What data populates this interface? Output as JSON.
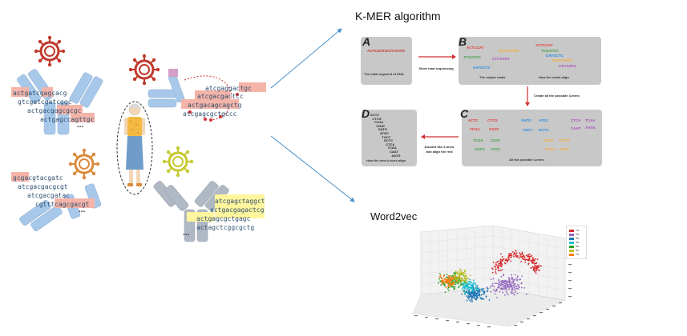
{
  "titles": {
    "kmer": "K-MER algorithm",
    "word2vec": "Word2vec"
  },
  "left": {
    "group1": [
      "actgatcgagcacg",
      "gtcgatcgatcggc",
      "actgacgagcgcgc",
      "actgagccagttgc"
    ],
    "group2": [
      "atcgaggactgc",
      "atcgacgactcc",
      "actgacagcagctg",
      "atcgagcgctgccc"
    ],
    "group3": [
      "gcgacgtacgatc",
      "atcgacgacgcgt",
      "atcgacgatac",
      "cgtttcagcgacgt"
    ],
    "group4": [
      "atcgagctaggct",
      "actgacgagactcg",
      "actgagcgctgagc",
      "actagctcggcgctg"
    ],
    "ellipsis": "..."
  },
  "kmer": {
    "A": {
      "label": "A",
      "seq": "ACTCGATGCTCAATG",
      "caption": "The intial segment of DNA"
    },
    "arrowAB": "Short read sequencing",
    "B": {
      "label": "B",
      "reads": [
        {
          "text": "ACTCGAT",
          "color": "#e53935"
        },
        {
          "text": "GCTCAATG",
          "color": "#f9a825"
        },
        {
          "text": "TCGATGC",
          "color": "#43a047"
        },
        {
          "text": "CTCAATG",
          "color": "#ab47bc"
        },
        {
          "text": "GATGCTC",
          "color": "#1e88e5"
        }
      ],
      "aligned": [
        {
          "text": "ACTCGAT",
          "color": "#e53935"
        },
        {
          "text": "TCGATGC",
          "color": "#43a047"
        },
        {
          "text": "GATGCTC",
          "color": "#1e88e5"
        },
        {
          "text": "GCTCAATG",
          "color": "#f9a825"
        },
        {
          "text": "CTCAATG",
          "color": "#ab47bc"
        }
      ],
      "caption_left": "The output reads",
      "caption_right": "How the reads align"
    },
    "arrowBC": "Create all the possible 4-mers",
    "C": {
      "label": "C",
      "mers": [
        {
          "text": "ACTC",
          "color": "#e53935"
        },
        {
          "text": "CTCG",
          "color": "#e53935"
        },
        {
          "text": "TCGA",
          "color": "#e53935"
        },
        {
          "text": "CGAT",
          "color": "#e53935"
        },
        {
          "text": "GATG",
          "color": "#1e88e5"
        },
        {
          "text": "ATGC",
          "color": "#1e88e5"
        },
        {
          "text": "TGCT",
          "color": "#1e88e5"
        },
        {
          "text": "GCTC",
          "color": "#1e88e5"
        },
        {
          "text": "CTCA",
          "color": "#ab47bc"
        },
        {
          "text": "TCAA",
          "color": "#ab47bc"
        },
        {
          "text": "CAAT",
          "color": "#ab47bc"
        },
        {
          "text": "AATG",
          "color": "#ab47bc"
        },
        {
          "text": "TCGA",
          "color": "#43a047"
        },
        {
          "text": "CGAT",
          "color": "#43a047"
        },
        {
          "text": "GATG",
          "color": "#43a047"
        },
        {
          "text": "ATGC",
          "color": "#43a047"
        },
        {
          "text": "GCTC",
          "color": "#f9a825"
        },
        {
          "text": "CTCA",
          "color": "#f9a825"
        },
        {
          "text": "TCAA",
          "color": "#f9a825"
        },
        {
          "text": "CAAT",
          "color": "#f9a825"
        }
      ],
      "caption": "All the possible 4-mers"
    },
    "arrowCD": "Discard like 4-mers\nand align the rest",
    "D": {
      "label": "D",
      "mers": [
        "ACTC",
        "CTCG",
        "TCGA",
        "CGAT",
        "GATG",
        "ATGC",
        "TGCT",
        "GCTC",
        "CTCA",
        "TCAA",
        "CAAT",
        "AATG"
      ],
      "caption": "How the new k-mers align"
    }
  },
  "chart_data": {
    "type": "scatter",
    "title": "",
    "legend": [
      "1a",
      "2a",
      "3a",
      "4a",
      "5a",
      "6a",
      "7a"
    ],
    "legend_colors": [
      "#d62728",
      "#9467bd",
      "#1f77b4",
      "#17becf",
      "#2ca02c",
      "#bcbd22",
      "#ff7f0e"
    ],
    "legend_position": "top-right",
    "grid": true
  },
  "colors": {
    "arrow_blue": "#4a90c8",
    "arrow_red": "#d32f2f",
    "panel_gray": "#c8c8c8",
    "highlight_red": "#f4b4a8",
    "highlight_yellow": "#fff59d",
    "virus_red": "#c0392b",
    "virus_orange": "#d98b3a",
    "virus_yellow": "#c8c832",
    "antibody_blue": "#a8c8ea",
    "antibody_gray": "#b0b8c4"
  }
}
